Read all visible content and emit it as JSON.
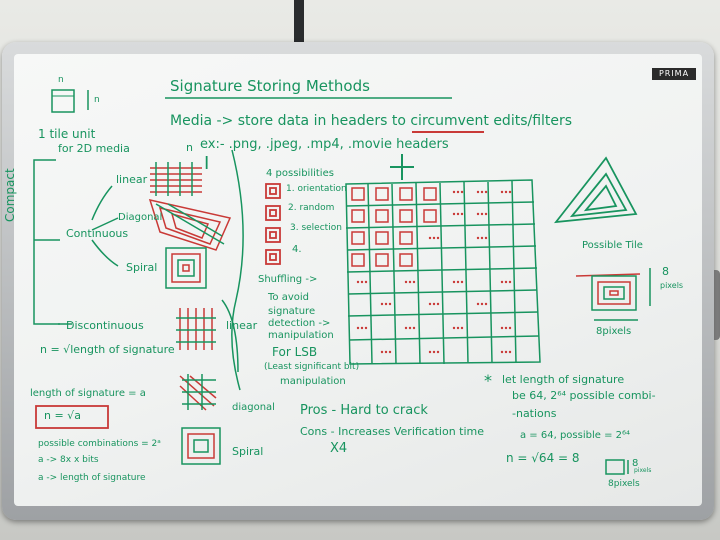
{
  "scene": {
    "brand": "PRIMA",
    "colors": {
      "ink_green": "#18945f",
      "ink_red": "#c93a37",
      "ink_blue": "#2a5aa0",
      "board": "#f3f4f3"
    }
  },
  "whiteboard": {
    "title": "Signature Storing Methods",
    "media_line": "Media -> store data in headers to circumvent edits/filters",
    "examples": "ex:- .png, .jpeg, .mp4, .movie headers",
    "tile_unit": {
      "n_top": "n",
      "n_side": "n",
      "label1": "1 tile unit",
      "label2": "for 2D media"
    },
    "tree": {
      "root": "Compact",
      "continuous": "Continuous",
      "discontinuous": "Discontinuous",
      "linear": "linear",
      "diagonal": "Diagonal",
      "spiral": "Spiral",
      "n_label": "n",
      "i_label": "I",
      "d_linear": "linear",
      "d_diagonal": "diagonal",
      "d_spiral": "Spiral"
    },
    "orientation": {
      "heading": "4 possibilities",
      "items": [
        "1. orientation",
        "2. random",
        "3. selection",
        "4."
      ]
    },
    "shuffling": {
      "lines": [
        "Shuffling ->",
        "To avoid",
        "signature",
        "detection ->",
        "manipulation"
      ],
      "for_lsb": "For LSB",
      "lsb_detail": "(Least significant bit)",
      "lsb_manip": "manipulation"
    },
    "formulas": {
      "n_eq": "n = √length of signature",
      "length_eq": "length of signature = a",
      "boxed": "n = √a",
      "combinations": "possible combinations = 2ᵃ",
      "a_bits": "a -> 8x x bits",
      "a_len": "a -> length of signature"
    },
    "pros_cons": {
      "pros": "Pros - Hard to crack",
      "cons": "Cons - Increases Verification time",
      "x4": "X4"
    },
    "tile": {
      "label": "Possible Tile",
      "size_side": "8",
      "size_side_unit": "pixels",
      "size_bottom": "8pixels"
    },
    "example": {
      "star": "*",
      "l1": "let length of signature",
      "l2": "be 64, 2⁶⁴ possible combi-",
      "l3": "-nations",
      "l4": "a = 64, possible = 2⁶⁴",
      "l5": "n = √64 = 8"
    },
    "small_tile": {
      "side": "8",
      "side_unit": "pixels",
      "bottom": "8pixels"
    }
  }
}
